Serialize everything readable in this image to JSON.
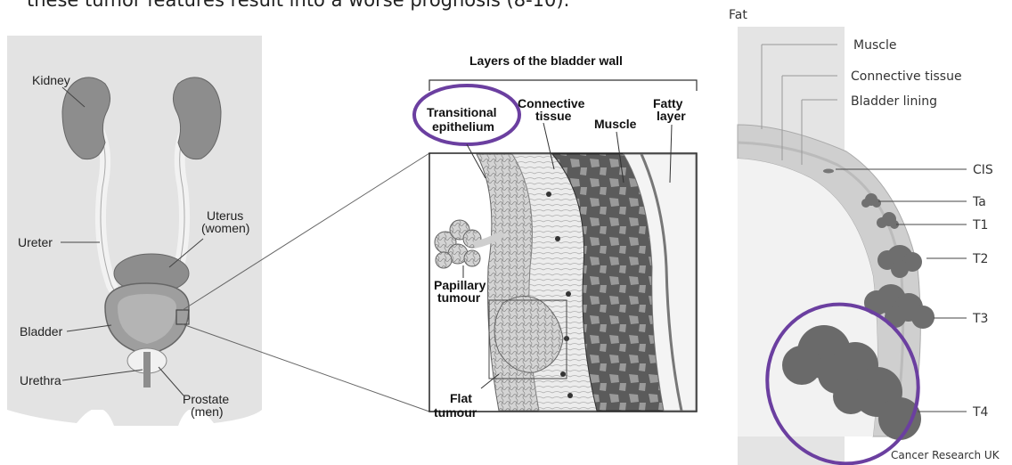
{
  "caption": {
    "text": "these tumor features result into a worse prognosis (8-10)."
  },
  "anatomy": {
    "kidney": "Kidney",
    "ureter": "Ureter",
    "uterus_1": "Uterus",
    "uterus_2": "(women)",
    "bladder": "Bladder",
    "urethra": "Urethra",
    "prostate_1": "Prostate",
    "prostate_2": "(men)"
  },
  "wall": {
    "title": "Layers of the bladder wall",
    "transitional_1": "Transitional",
    "transitional_2": "epithelium",
    "connective_1": "Connective",
    "connective_2": "tissue",
    "muscle": "Muscle",
    "fatty_1": "Fatty",
    "fatty_2": "layer",
    "papillary_1": "Papillary",
    "papillary_2": "tumour",
    "flat_1": "Flat",
    "flat_2": "tumour"
  },
  "staging": {
    "fat": "Fat",
    "muscle": "Muscle",
    "connective": "Connective tissue",
    "lining": "Bladder lining",
    "stages": [
      "CIS",
      "Ta",
      "T1",
      "T2",
      "T3",
      "T4"
    ],
    "credit": "Cancer Research UK"
  },
  "colors": {
    "highlight": "#6b3fa0"
  }
}
